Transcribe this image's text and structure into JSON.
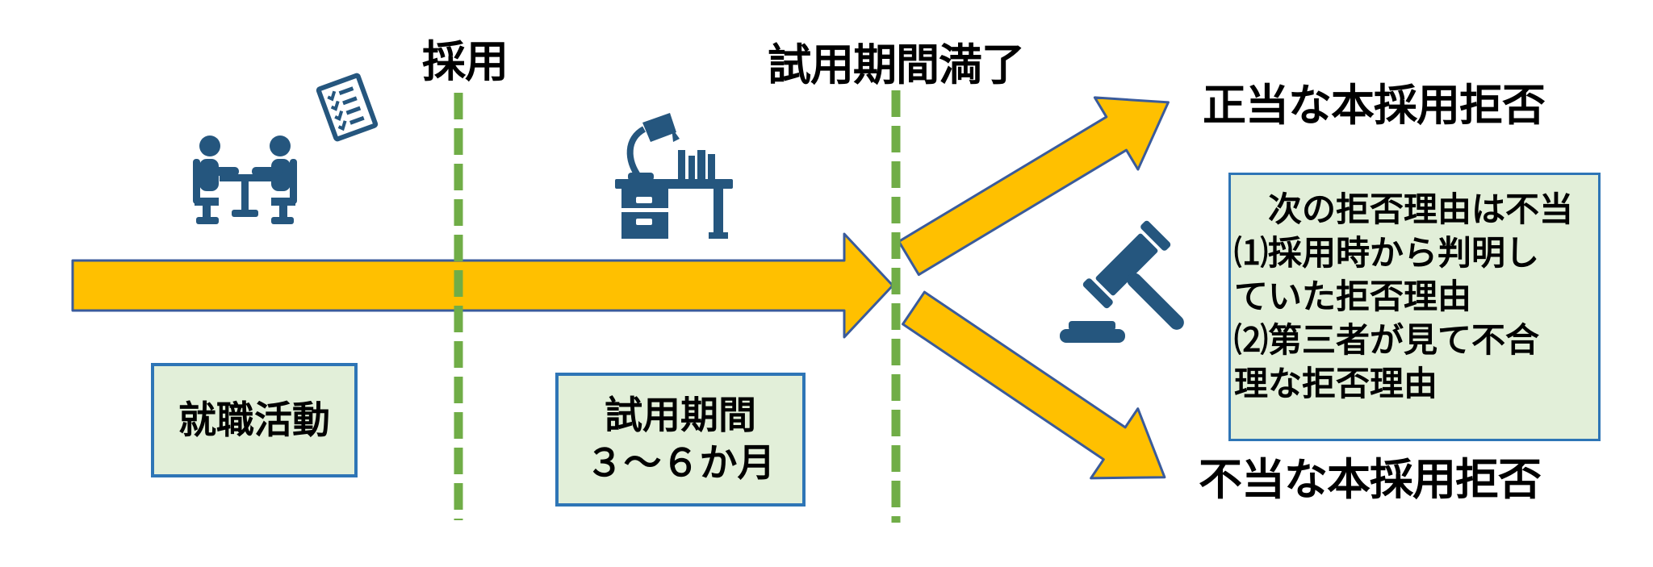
{
  "colors": {
    "arrow_fill": "#FFC000",
    "arrow_stroke": "#3A5B9B",
    "dash_green": "#70AD47",
    "box_fill": "#E2EFD9",
    "box_border": "#2E75B6",
    "icon_blue": "#25567E",
    "text": "#000000"
  },
  "timeline": {
    "milestones": [
      {
        "label": "採用"
      },
      {
        "label": "試用期間満了"
      }
    ]
  },
  "phases": [
    {
      "label": "就職活動"
    },
    {
      "label_line1": "試用期間",
      "label_line2": "３～６か月"
    }
  ],
  "outcomes": [
    {
      "label": "正当な本採用拒否"
    },
    {
      "label": "不当な本採用拒否"
    }
  ],
  "note_box": {
    "lines": [
      "　次の拒否理由は不当",
      "⑴採用時から判明し",
      "ていた拒否理由",
      "⑵第三者が見て不合",
      "理な拒否理由"
    ]
  },
  "icons": [
    {
      "name": "interview-icon"
    },
    {
      "name": "checklist-icon"
    },
    {
      "name": "study-desk-icon"
    },
    {
      "name": "gavel-icon"
    }
  ]
}
